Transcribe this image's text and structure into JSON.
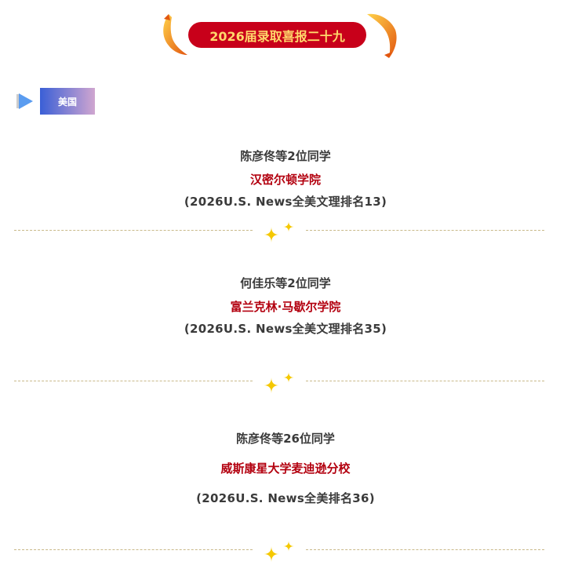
{
  "header": {
    "title": "2026届录取喜报二十九"
  },
  "region": {
    "label": "美国"
  },
  "entries": [
    {
      "name": "陈彦佟等2位同学",
      "school": "汉密尔顿学院",
      "rank": "(2026U.S. News全美文理排名13)"
    },
    {
      "name": "何佳乐等2位同学",
      "school": "富兰克林·马歇尔学院",
      "rank": "(2026U.S. News全美文理排名35)"
    },
    {
      "name": "陈彦佟等26位同学",
      "school": "威斯康星大学麦迪逊分校",
      "rank": "(2026U.S. News全美排名36)"
    }
  ],
  "colors": {
    "accent": "#c8001a",
    "title_text": "#ffd86b",
    "school": "#b3000f",
    "sparkle": "#f5c800"
  }
}
